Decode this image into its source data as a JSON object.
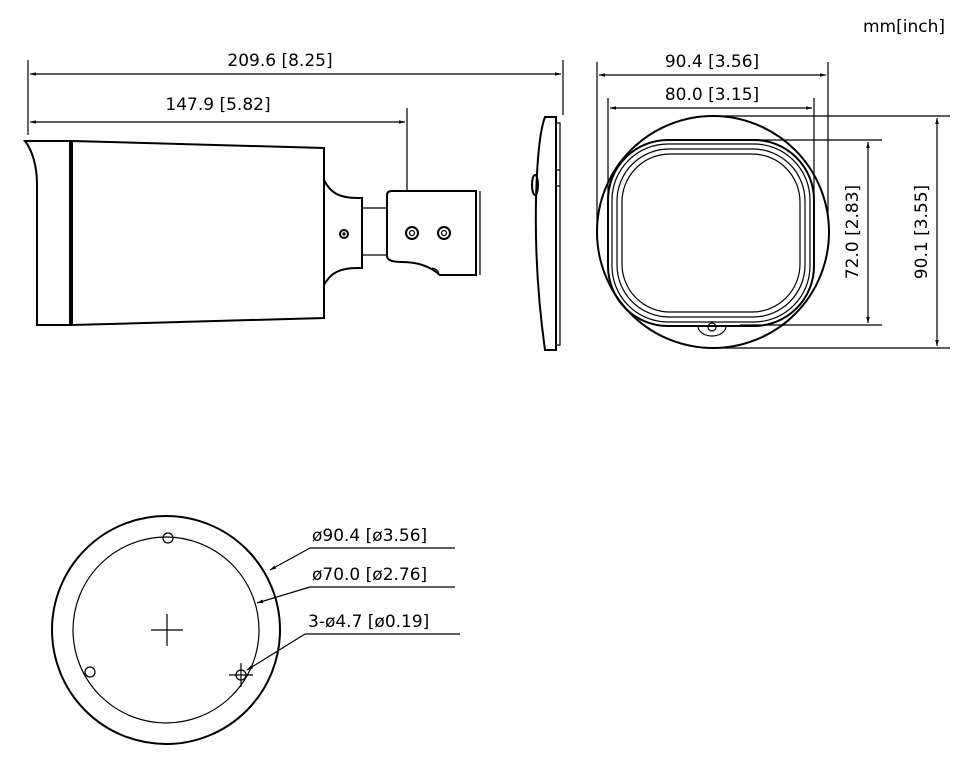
{
  "units": "mm[inch]",
  "side_view": {
    "total_length": "209.6 [8.25]",
    "body_length": "147.9 [5.82]"
  },
  "front_view": {
    "outer_width": "90.4 [3.56]",
    "inner_width": "80.0 [3.15]",
    "inner_height": "72.0 [2.83]",
    "outer_height": "90.1 [3.55]"
  },
  "base_view": {
    "outer_diameter": "ø90.4 [ø3.56]",
    "bolt_circle": "ø70.0 [ø2.76]",
    "holes": "3-ø4.7 [ø0.19]"
  }
}
